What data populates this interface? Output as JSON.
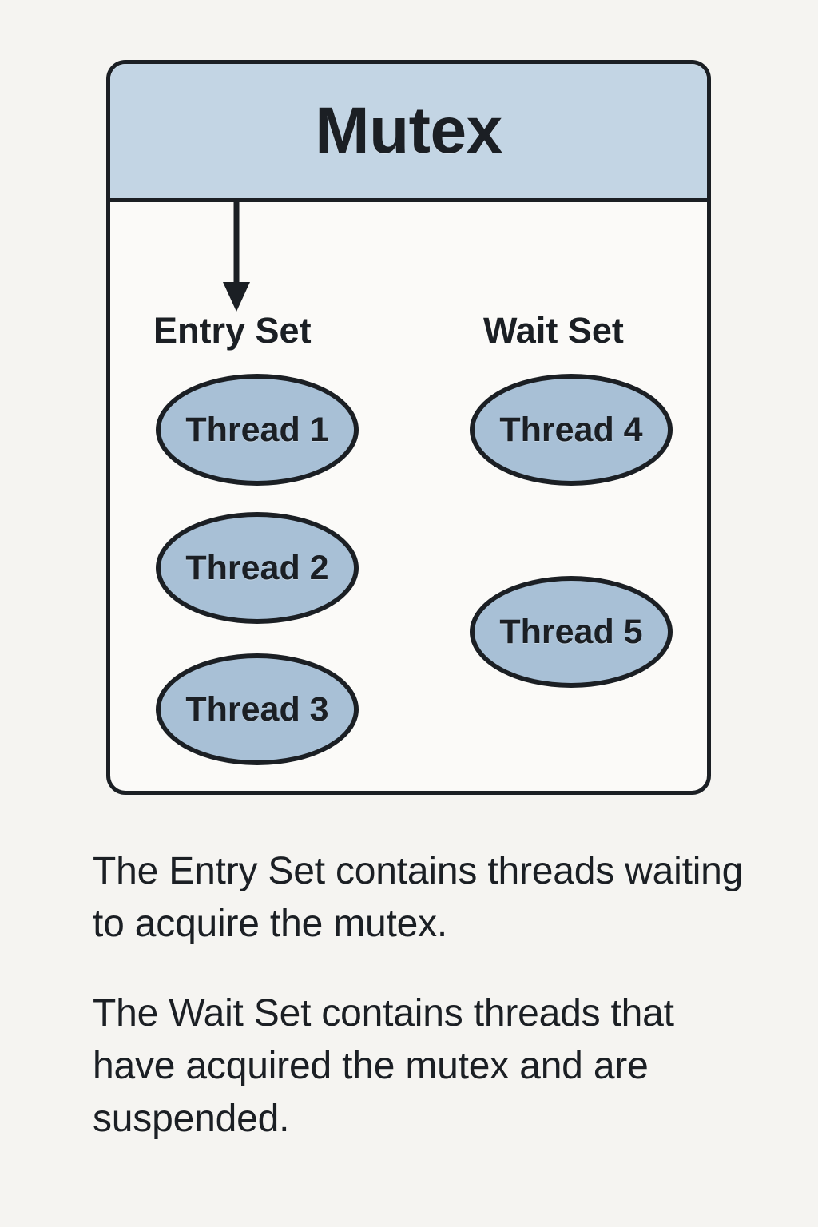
{
  "diagram": {
    "title": "Mutex",
    "columns": [
      {
        "id": "entry-set",
        "label": "Entry Set",
        "has_incoming_arrow": true,
        "threads": [
          {
            "label": "Thread 1"
          },
          {
            "label": "Thread 2"
          },
          {
            "label": "Thread 3"
          }
        ]
      },
      {
        "id": "wait-set",
        "label": "Wait Set",
        "has_incoming_arrow": false,
        "threads": [
          {
            "label": "Thread 4"
          },
          {
            "label": "Thread 5"
          }
        ]
      }
    ]
  },
  "captions": [
    "The Entry Set contains threads waiting to acquire the mutex.",
    "The Wait Set contains threads that have acquired the mutex and are suspended."
  ],
  "colors": {
    "page_background": "#f5f4f1",
    "box_background": "#fbfaf8",
    "header_fill": "#c3d5e4",
    "ellipse_fill": "#a8c0d6",
    "stroke": "#1b1f24",
    "text": "#1b1f24"
  },
  "icons": {
    "arrow": "arrow-down-icon"
  }
}
